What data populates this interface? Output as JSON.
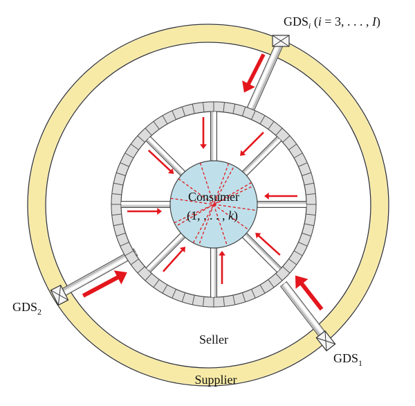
{
  "labels": {
    "gds_i_base": "GDS",
    "gds_i_sub": "i",
    "gds_i_open": " (",
    "gds_i_var": "i",
    "gds_i_range": " = 3, . . . , ",
    "gds_i_max": "I",
    "gds_i_close": ")",
    "gds_2_base": "GDS",
    "gds_2_sub": "2",
    "gds_1_base": "GDS",
    "gds_1_sub": "1",
    "consumer": "Consumer",
    "consumer_range_open": "(1, . . . , ",
    "consumer_range_var": "k",
    "consumer_range_close": ")",
    "seller": "Seller",
    "supplier": "Supplier"
  },
  "colors": {
    "outer_ring": "#f7eaa6",
    "ring_stroke": "#333333",
    "consumer_fill": "#bfe0ea",
    "arrow": "#e3161d",
    "dashed_line": "#e3161d",
    "tube_fill": "#d9d9d9",
    "tube_highlight": "#f4f4f4"
  }
}
